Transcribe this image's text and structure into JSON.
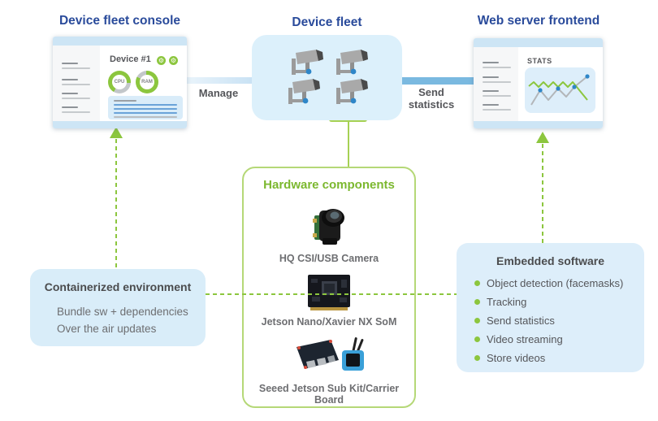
{
  "diagram": {
    "console": {
      "title": "Device fleet console",
      "device_label": "Device #1",
      "gauge_cpu": "CPU",
      "gauge_ram": "RAM"
    },
    "fleet": {
      "title": "Device fleet"
    },
    "webserver": {
      "title": "Web server frontend",
      "stats_label": "STATS"
    },
    "edges": {
      "manage_label": "Manage",
      "send_statistics_label": "Send statistics"
    },
    "hardware": {
      "title": "Hardware components",
      "items": [
        {
          "label": "HQ CSI/USB Camera"
        },
        {
          "label": "Jetson Nano/Xavier NX SoM"
        },
        {
          "label": "Seeed Jetson Sub Kit/Carrier Board"
        }
      ]
    },
    "containerized": {
      "title": "Containerized environment",
      "lines": [
        "Bundle sw + dependencies",
        "Over the air updates"
      ]
    },
    "embedded": {
      "title": "Embedded software",
      "items": [
        "Object detection (facemasks)",
        "Tracking",
        "Send statistics",
        "Video streaming",
        "Store videos"
      ]
    },
    "colors": {
      "title_navy": "#2a4b9b",
      "accent_green": "#8cc63e",
      "panel_blue": "#d9edf9",
      "connector_blue": "#7ab9e0"
    }
  }
}
